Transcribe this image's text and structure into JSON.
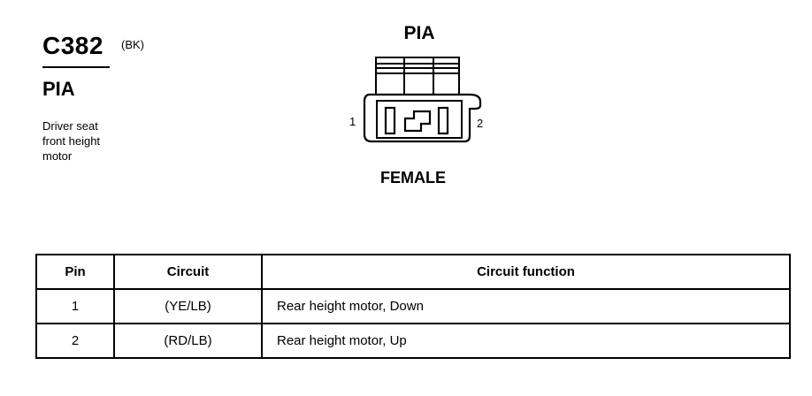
{
  "connector": {
    "id": "C382",
    "color_code": "(BK)",
    "name": "PIA",
    "description": [
      "Driver seat",
      "front height",
      "motor"
    ]
  },
  "diagram": {
    "title": "PIA",
    "pin_left": "1",
    "pin_right": "2",
    "gender": "FEMALE"
  },
  "table": {
    "headers": [
      "Pin",
      "Circuit",
      "Circuit function"
    ],
    "rows": [
      {
        "pin": "1",
        "circuit": "(YE/LB)",
        "function": "Rear height motor, Down"
      },
      {
        "pin": "2",
        "circuit": "(RD/LB)",
        "function": "Rear height motor, Up"
      }
    ]
  }
}
